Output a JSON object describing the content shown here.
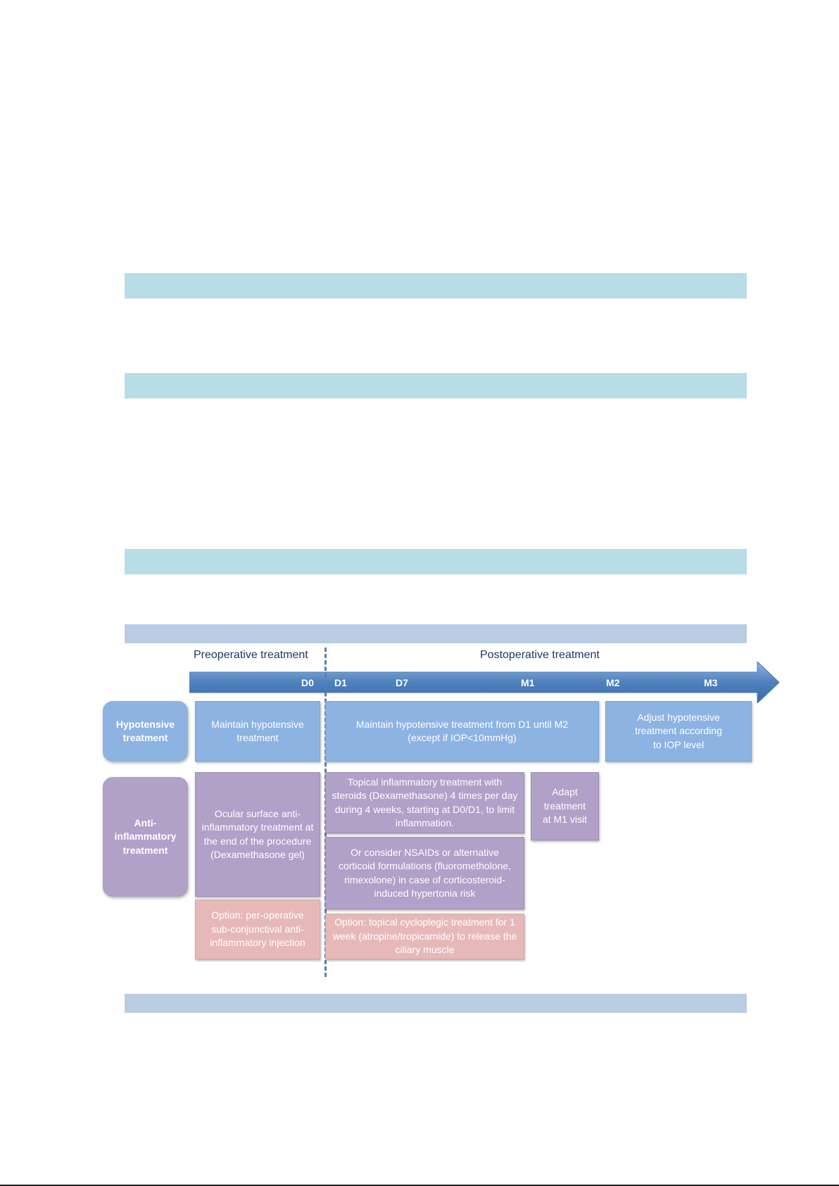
{
  "colors": {
    "section_band_teal": "#b7dde7",
    "section_band_blue": "#b9cce4",
    "timeline_arrow": "#4f81bd",
    "hypotensive": "#8db3e2",
    "anti_inflammatory": "#b1a0c7",
    "option": "#e6b9b8",
    "phase_text": "#1f3864"
  },
  "phases": {
    "preoperative": "Preoperative treatment",
    "postoperative": "Postoperative treatment"
  },
  "timeline": {
    "ticks": [
      "D0",
      "D1",
      "D7",
      "M1",
      "M2",
      "M3"
    ]
  },
  "rows": {
    "hypotensive": {
      "label": "Hypotensive treatment",
      "pre": "Maintain hypotensive treatment",
      "post": "Maintain hypotensive  treatment from D1 until M2 (except if IOP<10mmHg)",
      "late": "Adjust hypotensive treatment according to IOP level"
    },
    "anti_inflammatory": {
      "label": "Anti-inflammatory treatment",
      "pre": "Ocular surface anti-inflammatory treatment at the end of the procedure (Dexamethasone gel)",
      "post_steroids": "Topical inflammatory treatment with steroids (Dexamethasone)  4 times per day  during 4 weeks, starting at D0/D1, to limit inflammation.",
      "post_nsaids": "Or consider NSAIDs or alternative corticoid formulations (fluorometholone, rimexolone) in case of corticosteroid-induced hypertonia risk",
      "m1": "Adapt treatment at M1 visit"
    },
    "options": {
      "pre": "Option: per-operative sub-conjunctival anti-inflammatory injection",
      "post": "Option: topical cycloplegic treatment for 1 week (atropine/tropicamide) to release the ciliary muscle"
    }
  }
}
